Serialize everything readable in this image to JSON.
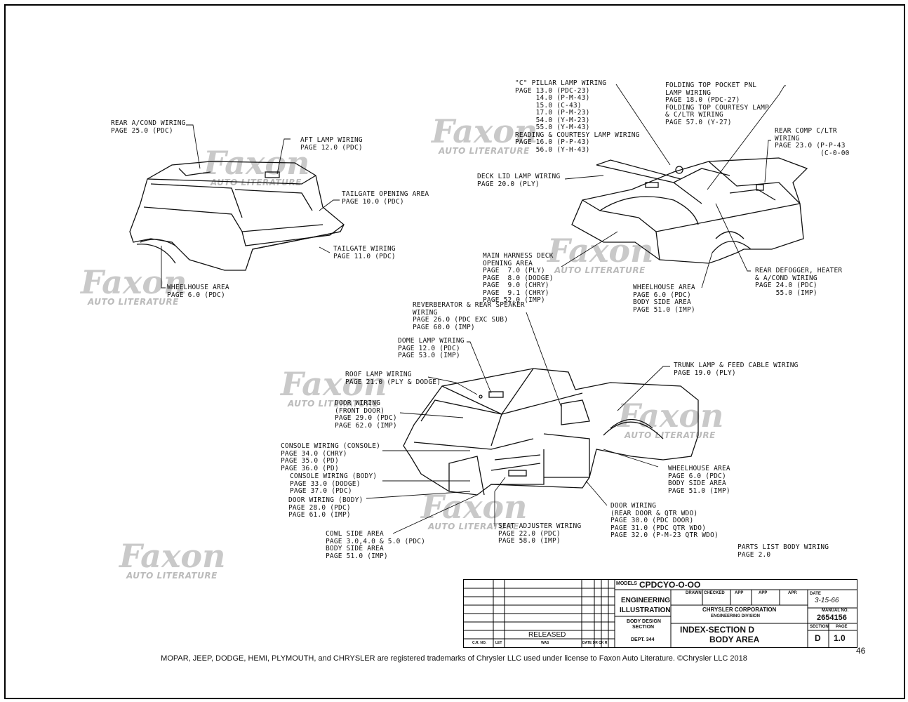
{
  "watermark": {
    "brand": "Faxon",
    "sub": "AUTO LITERATURE"
  },
  "labels": {
    "rear_acond": "REAR A/COND WIRING\nPAGE 25.0 (PDC)",
    "aft_lamp": "AFT LAMP WIRING\nPAGE 12.0 (PDC)",
    "tailgate_opening": "TAILGATE OPENING AREA\nPAGE 10.0 (PDC)",
    "tailgate_wiring": "TAILGATE WIRING\nPAGE 11.0 (PDC)",
    "wheelhouse_wagon": "WHEELHOUSE AREA\nPAGE 6.0 (PDC)",
    "c_pillar": "\"C\" PILLAR LAMP WIRING\nPAGE 13.0 (PDC-23)\n     14.0 (P-M-43)\n     15.0 (C-43)\n     17.0 (P-M-23)\n     54.0 (Y-M-23)\n     55.0 (Y-M-43)\nREADING & COURTESY LAMP WIRING\nPAGE 16.0 (P-P-43)\n     56.0 (Y-H-43)",
    "folding_top": "FOLDING TOP POCKET PNL\nLAMP WIRING\nPAGE 18.0 (PDC-27)\nFOLDING TOP COURTESY LAMP\n& C/LTR WIRING\nPAGE 57.0 (Y-27)",
    "rear_comp": "REAR COMP C/LTR\nWIRING\nPAGE 23.0 (P-P-43\n           (C-0-00",
    "deck_lid": "DECK LID LAMP WIRING\nPAGE 20.0 (PLY)",
    "main_harness": "MAIN HARNESS DECK\nOPENING AREA\nPAGE  7.0 (PLY)\nPAGE  8.0 (DODGE)\nPAGE  9.0 (CHRY)\nPAGE  9.1 (CHRY)\nPAGE 52.0 (IMP)",
    "rear_defogger": "REAR DEFOGGER, HEATER\n& A/COND WIRING\nPAGE 24.0 (PDC)\n     55.0 (IMP)",
    "wheelhouse_conv": "WHEELHOUSE AREA\nPAGE 6.0 (PDC)\nBODY SIDE AREA\nPAGE 51.0 (IMP)",
    "reverberator": "REVERBERATOR & REAR SPEAKER\nWIRING\nPAGE 26.0 (PDC EXC SUB)\nPAGE 60.0 (IMP)",
    "dome_lamp": "DOME LAMP WIRING\nPAGE 12.0 (PDC)\nPAGE 53.0 (IMP)",
    "roof_lamp": "ROOF LAMP WIRING\nPAGE 21.0 (PLY & DODGE)",
    "trunk_lamp": "TRUNK LAMP & FEED CABLE WIRING\nPAGE 19.0 (PLY)",
    "door_front": "DOOR WIRING\n(FRONT DOOR)\nPAGE 29.0 (PDC)\nPAGE 62.0 (IMP)",
    "console_console": "CONSOLE WIRING (CONSOLE)\nPAGE 34.0 (CHRY)\nPAGE 35.0 (PD)\nPAGE 36.0 (PD)",
    "console_body": "CONSOLE WIRING (BODY)\nPAGE 33.0 (DODGE)\nPAGE 37.0 (PDC)",
    "door_body": "DOOR WIRING (BODY)\nPAGE 28.0 (PDC)\nPAGE 61.0 (IMP)",
    "wheelhouse_sedan": "WHEELHOUSE AREA\nPAGE 6.0 (PDC)\nBODY SIDE AREA\nPAGE 51.0 (IMP)",
    "door_rear": "DOOR WIRING\n(REAR DOOR & QTR WDO)\nPAGE 30.0 (PDC DOOR)\nPAGE 31.0 (PDC QTR WDO)\nPAGE 32.0 (P-M-23 QTR WDO)",
    "seat_adjuster": "SEAT ADJUSTER WIRING\nPAGE 22.0 (PDC)\nPAGE 58.0 (IMP)",
    "cowl_side": "COWL SIDE AREA\nPAGE 3.0,4.0 & 5.0 (PDC)\nBODY SIDE AREA\nPAGE 51.0 (IMP)",
    "parts_list": "PARTS LIST BODY WIRING\nPAGE 2.0"
  },
  "title_block": {
    "models_label": "MODELS",
    "models_value": "CPDCYO-O-OO",
    "engineering": "ENGINEERING",
    "illustration": "ILLUSTRATION",
    "drawn": "DRAWN",
    "checked": "CHECKED",
    "app1": "APP",
    "app2": "APP",
    "app3": "APP.",
    "corporation": "CHRYSLER CORPORATION",
    "division": "ENGINEERING DIVISION",
    "body_design": "BODY DESIGN",
    "section": "SECTION",
    "dept": "DEPT. 344",
    "date_label": "DATE",
    "date_value": "3-15-66",
    "manual_label": "MANUAL NO.",
    "manual_value": "2654156",
    "section_label": "SECTION",
    "section_value": "D",
    "page_label": "PAGE",
    "page_value": "1.0",
    "title1": "INDEX-SECTION  D",
    "title2": "BODY  AREA",
    "released": "RELEASED",
    "cr_no": "C.R. NO.",
    "let": "LET",
    "was": "WAS",
    "date_dr_ck_r": "DATE DR CK R"
  },
  "page_number": "46",
  "footer": "MOPAR, JEEP, DODGE, HEMI, PLYMOUTH, and CHRYSLER are registered trademarks of Chrysler LLC used under license to Faxon Auto Literature. ©Chrysler LLC 2018"
}
